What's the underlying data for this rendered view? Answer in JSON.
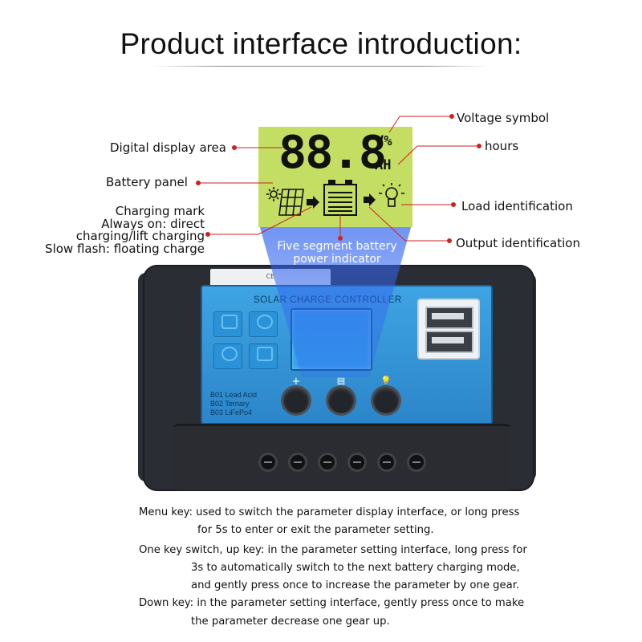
{
  "title": "Product interface introduction:",
  "lcd": {
    "digits": "88.8",
    "unit_top": "V%",
    "unit_bottom": "AH"
  },
  "callouts": {
    "voltage_symbol": "Voltage symbol",
    "digital_display_area": "Digital display area",
    "hours": "hours",
    "battery_panel": "Battery panel",
    "load_identification": "Load identification",
    "charging_mark": [
      "Charging mark",
      "Always on: direct",
      "charging/lift charging",
      "Slow flash: floating charge"
    ],
    "output_identification": "Output identification",
    "five_segment_indicator": [
      "Five segment battery",
      "power indicator"
    ]
  },
  "device": {
    "brand": "SOLAR CHARGE CONTROLLER",
    "sticker": "CE",
    "battery_types": [
      "B01 Lead Acid",
      "B02 Ternary",
      "B03 LiFePo4"
    ],
    "keys": [
      {
        "symbol": "+",
        "icon": "plus-icon"
      },
      {
        "symbol": "▤",
        "icon": "menu-icon"
      },
      {
        "symbol": "💡",
        "icon": "bulb-icon"
      }
    ],
    "mode_icons": [
      "mode-icon",
      "settings-icon",
      "timer-icon",
      "lock-icon"
    ],
    "terminal_count": 6,
    "usb_ports": 2
  },
  "description": [
    "Menu key: used to switch the parameter display interface, or long press",
    "for 5s to enter or exit the parameter setting.",
    "One key switch, up key: in the parameter setting interface, long press for",
    "3s to automatically switch to the next battery charging mode,",
    "and gently press once to increase the parameter by one gear.",
    "Down key: in the parameter setting interface, gently press once to make",
    "the parameter decrease one gear up."
  ],
  "colors": {
    "leader": "#cc2222",
    "lcd": "#c4de63",
    "beam": "#3366f0",
    "panel": "#3ea4e3"
  }
}
